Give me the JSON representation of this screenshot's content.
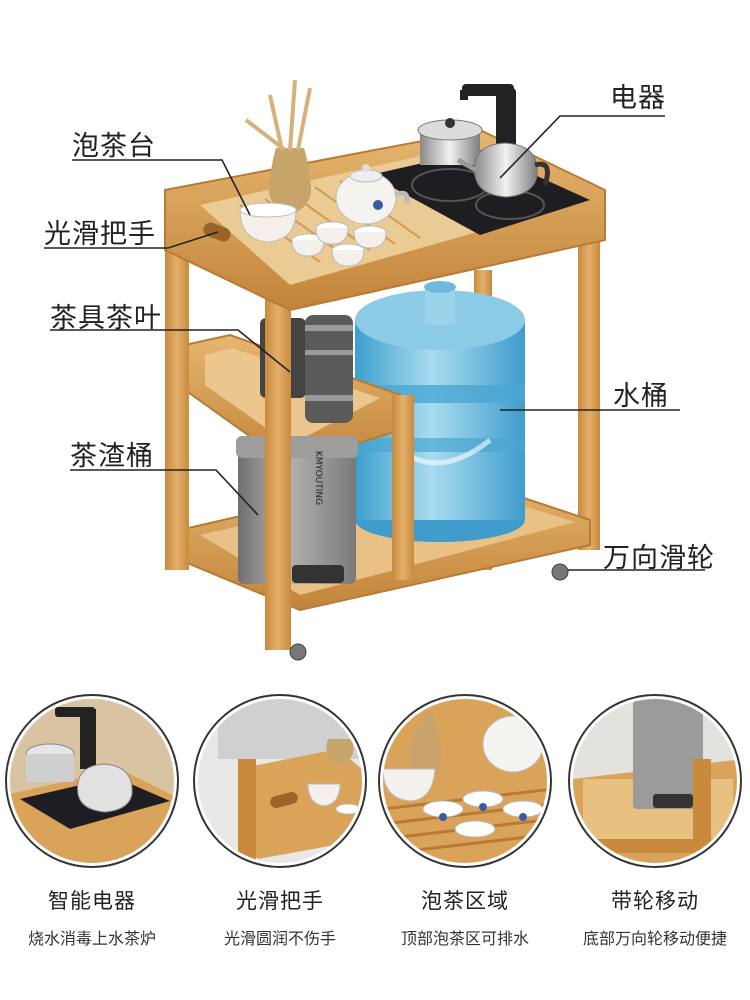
{
  "callouts": {
    "tea_platform": "泡茶台",
    "smooth_handle": "光滑把手",
    "teaware_tea": "茶具茶叶",
    "tea_waste_bin": "茶渣桶",
    "appliance": "电器",
    "water_bucket": "水桶",
    "universal_wheel": "万向滑轮"
  },
  "bucket_brand": "KMYOUTING",
  "features": [
    {
      "title": "智能电器",
      "desc": "烧水消毒上水茶炉",
      "icon": "induction-kettle-icon"
    },
    {
      "title": "光滑把手",
      "desc": "光滑圆润不伤手",
      "icon": "handle-icon"
    },
    {
      "title": "泡茶区域",
      "desc": "顶部泡茶区可排水",
      "icon": "teapot-icon"
    },
    {
      "title": "带轮移动",
      "desc": "底部万向轮移动便捷",
      "icon": "wheel-icon"
    }
  ],
  "colors": {
    "bamboo": "#d9a35a",
    "bamboo_dark": "#b97a34",
    "water_blue": "#5fb7d9",
    "bin_grey": "#8c8c8c",
    "cooktop_black": "#1d1d22"
  }
}
